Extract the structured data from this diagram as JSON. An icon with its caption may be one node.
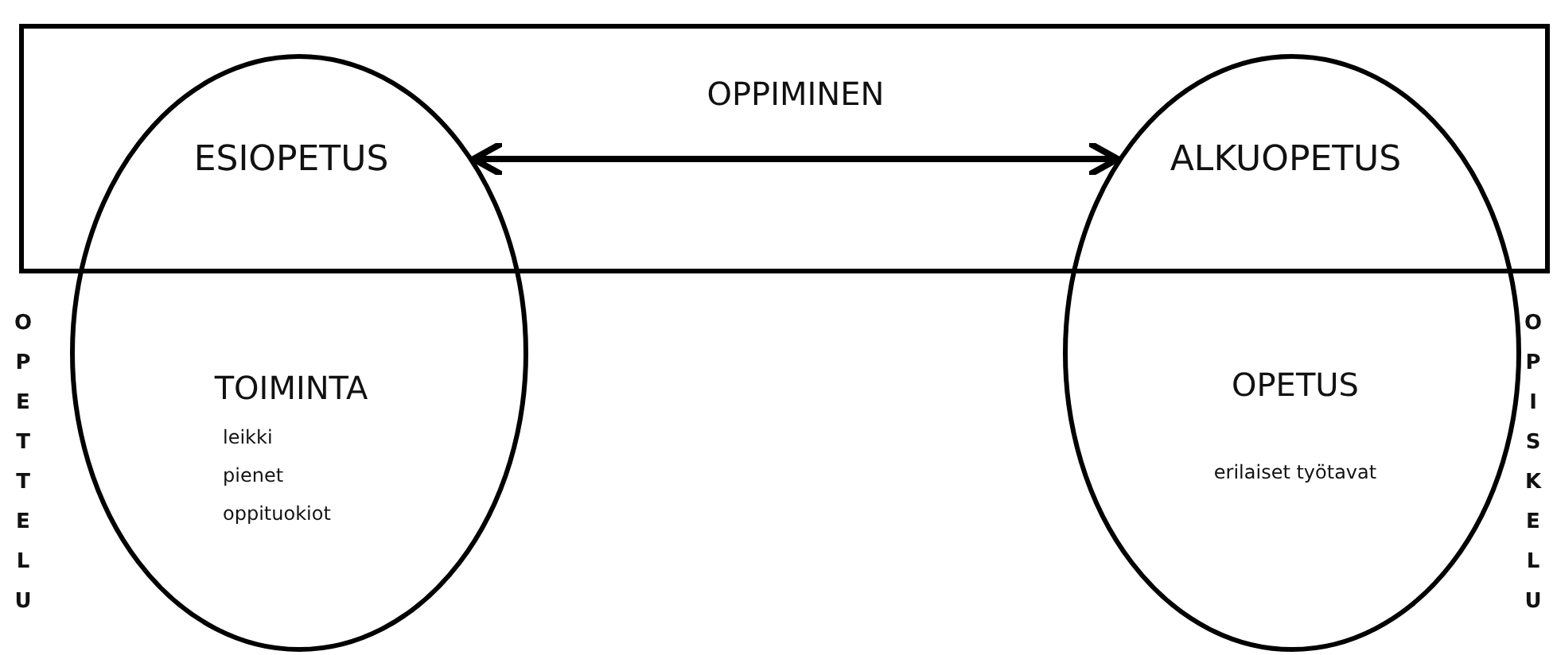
{
  "diagram": {
    "nodes": [
      {
        "text": [
          "ESIOPETUS",
          "TOIMINTA",
          "leikki pienet oppituokiot"
        ]
      },
      {
        "text": [
          "ALKUOPETUS",
          "OPETUS",
          "erilaiset työtavat"
        ]
      }
    ],
    "edges": [
      {
        "from": 0,
        "to": 1,
        "arrow": "both",
        "label": "OPPIMINEN"
      }
    ],
    "labels": [
      "OPETTELU",
      "OPISKELU"
    ]
  }
}
